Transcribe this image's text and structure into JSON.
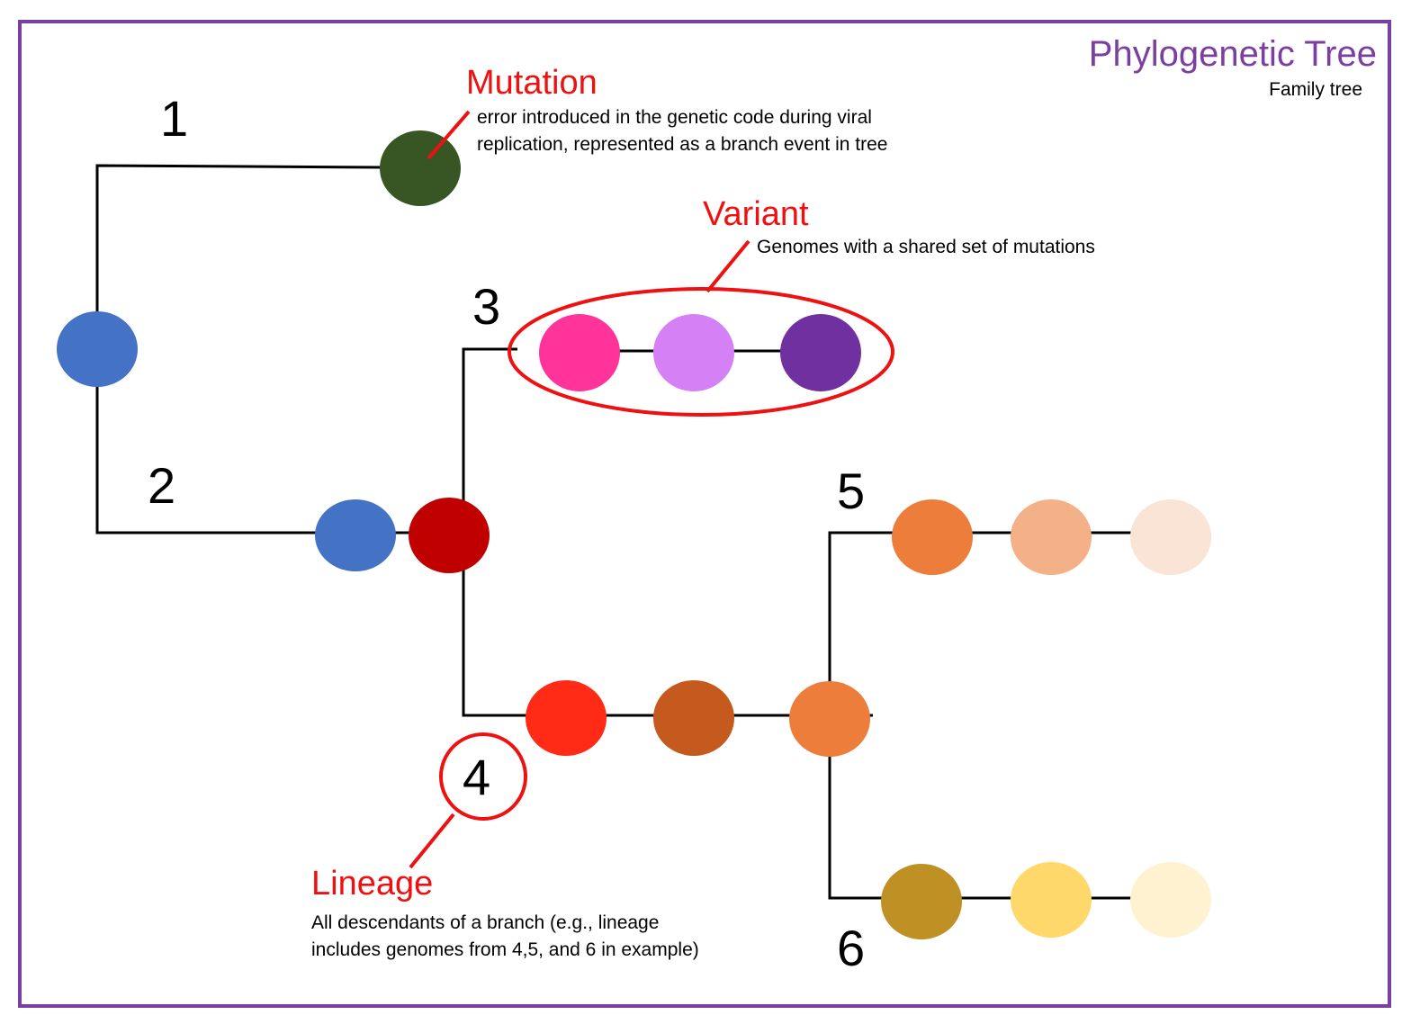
{
  "title": "Phylogenetic Tree",
  "subtitle": "Family tree",
  "branch_numbers": [
    "1",
    "2",
    "3",
    "4",
    "5",
    "6"
  ],
  "annotations": {
    "mutation": {
      "heading": "Mutation",
      "line1": "error introduced in the genetic code during viral",
      "line2": "replication, represented as a branch event in tree"
    },
    "variant": {
      "heading": "Variant",
      "line1": "Genomes with a shared set of mutations"
    },
    "lineage": {
      "heading": "Lineage",
      "line1": "All descendants of a branch (e.g., lineage",
      "line2": "includes genomes from 4,5, and 6 in example)"
    }
  },
  "colors": {
    "border": "#7a3fa0",
    "title": "#7a3fa0",
    "highlight": "#ee1111",
    "tree_line": "#000000"
  },
  "nodes": [
    {
      "name": "root",
      "color": "#4472c4"
    },
    {
      "name": "branch-1",
      "color": "#375623"
    },
    {
      "name": "branch-2-a",
      "color": "#4472c4"
    },
    {
      "name": "branch-2-b",
      "color": "#c00000"
    },
    {
      "name": "branch-3-a",
      "color": "#ff3399"
    },
    {
      "name": "branch-3-b",
      "color": "#d580f5"
    },
    {
      "name": "branch-3-c",
      "color": "#7030a0"
    },
    {
      "name": "branch-4-a",
      "color": "#ff2b17"
    },
    {
      "name": "branch-4-b",
      "color": "#c55a1e"
    },
    {
      "name": "branch-4-c",
      "color": "#ed7d3a"
    },
    {
      "name": "branch-5-a",
      "color": "#ed7d3a"
    },
    {
      "name": "branch-5-b",
      "color": "#f4b187"
    },
    {
      "name": "branch-5-c",
      "color": "#f9e4d6"
    },
    {
      "name": "branch-6-a",
      "color": "#bf9024"
    },
    {
      "name": "branch-6-b",
      "color": "#ffd86c"
    },
    {
      "name": "branch-6-c",
      "color": "#fff2d0"
    }
  ]
}
